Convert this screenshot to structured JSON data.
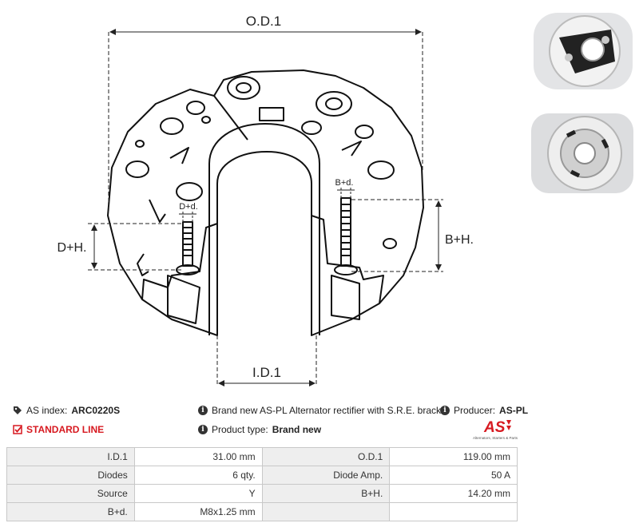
{
  "drawing": {
    "labels": {
      "od": "O.D.1",
      "id": "I.D.1",
      "dh": "D+H.",
      "bh": "B+H.",
      "dd": "D+d.",
      "bd": "B+d."
    }
  },
  "info": {
    "as_index_label": "AS index:",
    "as_index_value": "ARC0220S",
    "line": "STANDARD LINE",
    "description": "Brand new AS-PL Alternator rectifier with S.R.E. bracket",
    "product_type_label": "Product type:",
    "product_type_value": "Brand new",
    "producer_label": "Producer:",
    "producer_value": "AS-PL",
    "logo_text": "AS",
    "logo_sub": "Alternators, Starters & Parts",
    "accent_color": "#d71920"
  },
  "specs": [
    {
      "l1": "I.D.1",
      "v1": "31.00 mm",
      "l2": "O.D.1",
      "v2": "119.00 mm"
    },
    {
      "l1": "Diodes",
      "v1": "6 qty.",
      "l2": "Diode Amp.",
      "v2": "50 A"
    },
    {
      "l1": "Source",
      "v1": "Y",
      "l2": "B+H.",
      "v2": "14.20 mm"
    },
    {
      "l1": "B+d.",
      "v1": "M8x1.25 mm",
      "l2": "",
      "v2": ""
    }
  ]
}
